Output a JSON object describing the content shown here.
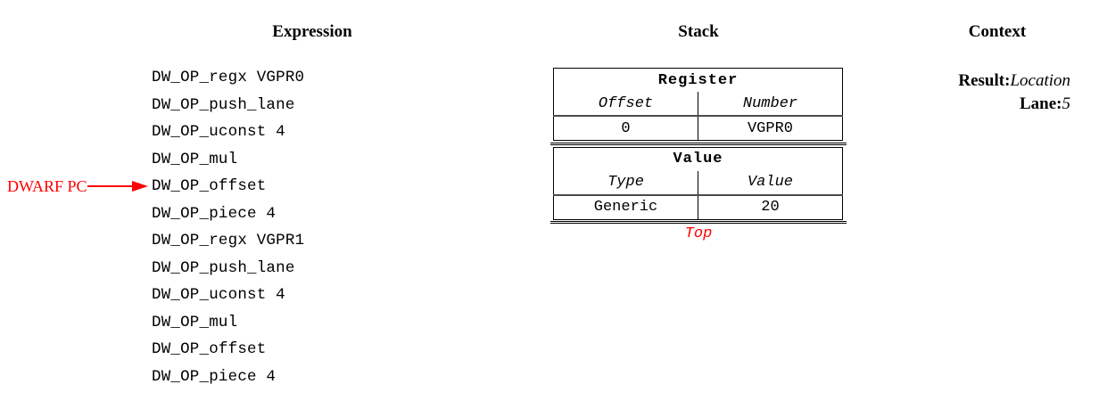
{
  "headings": {
    "expression": "Expression",
    "stack": "Stack",
    "context": "Context"
  },
  "expression": {
    "lines": [
      "DW_OP_regx VGPR0",
      "DW_OP_push_lane",
      "DW_OP_uconst 4",
      "DW_OP_mul",
      "DW_OP_offset",
      "DW_OP_piece 4",
      "DW_OP_regx VGPR1",
      "DW_OP_push_lane",
      "DW_OP_uconst 4",
      "DW_OP_mul",
      "DW_OP_offset",
      "DW_OP_piece 4"
    ],
    "pointer": {
      "label": "DWARF PC",
      "icon": "right-arrow-icon",
      "color": "#ff0000",
      "target_line_index": 4,
      "target_line_text": "DW_OP_offset"
    }
  },
  "stack": {
    "entries": [
      {
        "title": "Register",
        "columns": [
          "Offset",
          "Number"
        ],
        "row": [
          "0",
          "VGPR0"
        ],
        "row_colors": [
          "#000000",
          "#000000"
        ]
      },
      {
        "title": "Value",
        "columns": [
          "Type",
          "Value"
        ],
        "row": [
          "Generic",
          "20"
        ],
        "row_colors": [
          "#000000",
          "#ff0000"
        ]
      }
    ],
    "top_label": "Top",
    "top_label_color": "#ff0000"
  },
  "context": {
    "rows": [
      {
        "key": "Result:",
        "value": "Location"
      },
      {
        "key": "Lane:",
        "value": "5"
      }
    ]
  },
  "colors": {
    "text": "#000000",
    "accent_red": "#ff0000",
    "rule": "#4a4a4a",
    "background": "#ffffff"
  }
}
